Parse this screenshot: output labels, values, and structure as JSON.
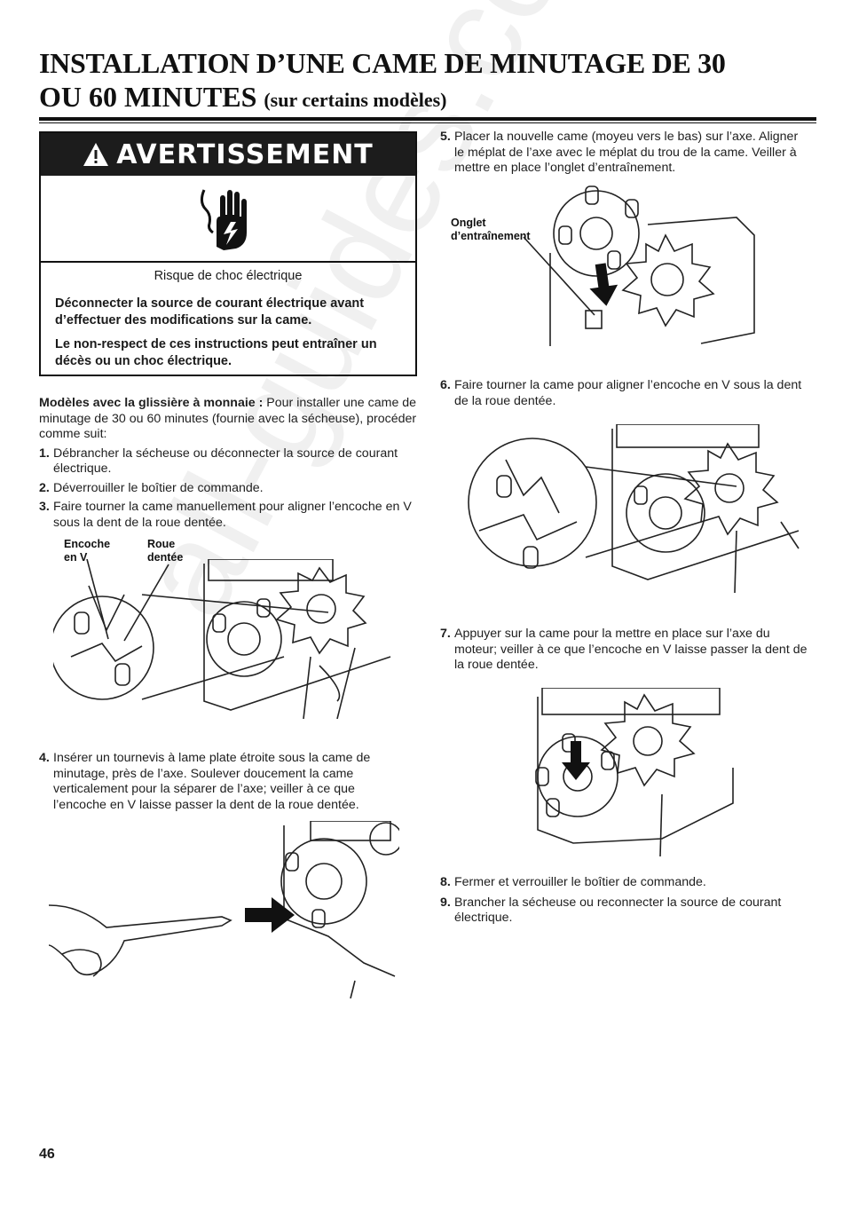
{
  "title": {
    "line1": "INSTALLATION D’UNE CAME DE MINUTAGE DE 30",
    "line2": "OU 60 MINUTES",
    "line2_sub": "(sur certains modèles)"
  },
  "warning": {
    "heading": "AVERTISSEMENT",
    "risk": "Risque de choc électrique",
    "p1": "Déconnecter la source de courant électrique avant d’effectuer des modifications sur la came.",
    "p2": "Le non-respect de ces instructions peut entraîner un décès ou un choc électrique."
  },
  "intro": {
    "bold": "Modèles avec la glissière à monnaie :",
    "text": " Pour installer une came de minutage de 30 ou 60 minutes (fournie avec la sécheuse), procéder comme suit:"
  },
  "steps": [
    {
      "num": "1.",
      "text": "Débrancher la sécheuse ou déconnecter la source de courant électrique."
    },
    {
      "num": "2.",
      "text": "Déverrouiller le boîtier de commande."
    },
    {
      "num": "3.",
      "text": "Faire tourner la came manuellement pour aligner l’encoche en V sous la dent de la roue dentée."
    },
    {
      "num": "4.",
      "text": "Insérer un tournevis à lame plate étroite sous la came de minutage, près de l’axe. Soulever doucement la came verticalement pour la séparer de l’axe; veiller à ce que l’encoche en V laisse passer la dent de la roue dentée."
    },
    {
      "num": "5.",
      "text": "Placer la nouvelle came (moyeu vers le bas) sur l’axe. Aligner le méplat de l’axe avec le méplat du trou de la came. Veiller à mettre en place l’onglet d’entraînement."
    },
    {
      "num": "6.",
      "text": "Faire tourner la came pour aligner l’encoche en V sous la dent de la roue dentée."
    },
    {
      "num": "7.",
      "text": "Appuyer sur la came pour la mettre en place sur l’axe du moteur; veiller à ce que l’encoche en V laisse passer la dent de la roue dentée."
    },
    {
      "num": "8.",
      "text": "Fermer et verrouiller le boîtier de commande."
    },
    {
      "num": "9.",
      "text": "Brancher la sécheuse ou reconnecter la source de courant électrique."
    }
  ],
  "labels": {
    "encoche_l1": "Encoche",
    "encoche_l2": "en V",
    "roue_l1": "Roue",
    "roue_l2": "dentée",
    "onglet_l1": "Onglet",
    "onglet_l2": "d’entraînement"
  },
  "page_number": "46",
  "watermark": "all-guides.com"
}
